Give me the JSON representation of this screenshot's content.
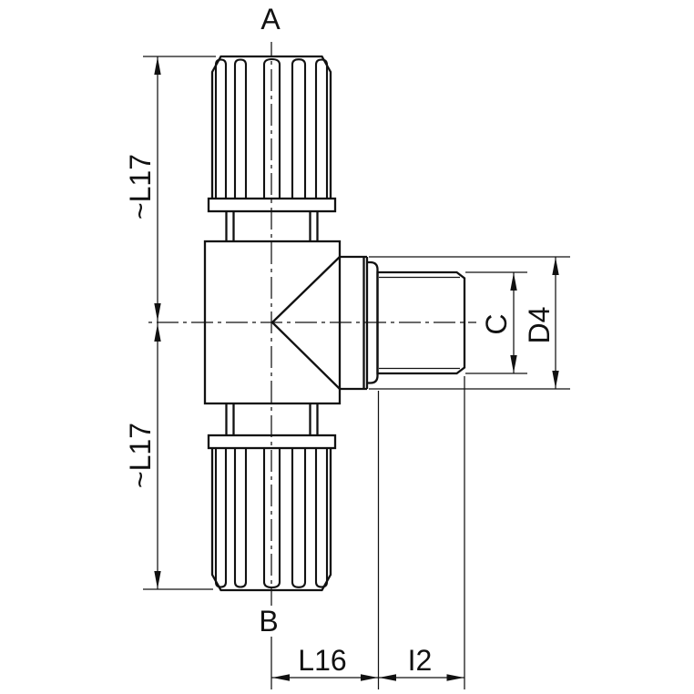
{
  "labels": {
    "port_top": "A",
    "port_bottom": "B"
  },
  "dimensions": {
    "top_nut_length": "~L17",
    "bottom_nut_length": "~L17",
    "thread_diameter": "C",
    "outer_diameter": "D4",
    "body_length": "L16",
    "thread_length": "I2"
  },
  "colors": {
    "line": "#111111",
    "background": "#ffffff"
  }
}
